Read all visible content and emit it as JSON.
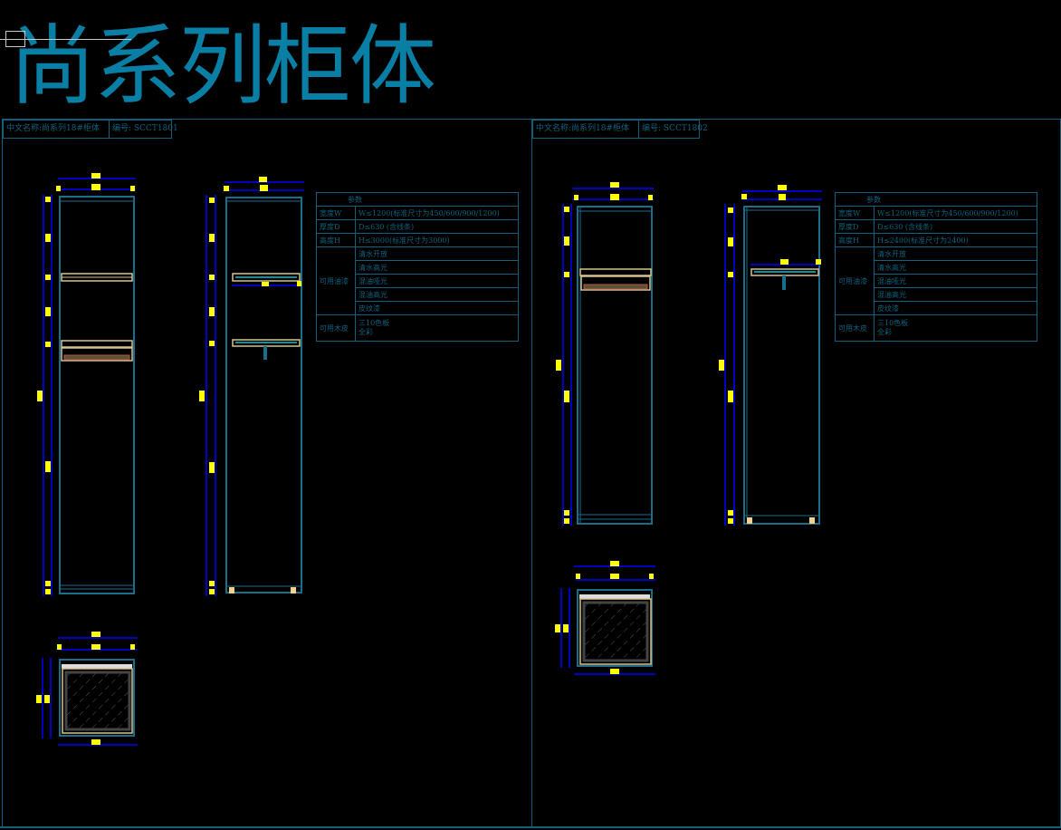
{
  "title": "尚系列柜体",
  "sheets": [
    {
      "name_label": "中文名称:尚系列18#柜体",
      "code_label": "编号: SCCT1801",
      "spec": {
        "header": "参数",
        "rows": [
          {
            "label": "宽度W",
            "value": "W≤1200(标准尺寸为450/600/900/1200)"
          },
          {
            "label": "厚度D",
            "value": "D≤630 (含线条)"
          },
          {
            "label": "高度H",
            "value": "H≤3000(标准尺寸为3000)"
          }
        ],
        "paint_label": "可用油漆",
        "paints": [
          "清水开放",
          "清水高光",
          "混油哑光",
          "混油高光",
          "皮纹漆"
        ],
        "wood_label": "可用木皮",
        "woods": [
          "三10色板",
          "全彩"
        ]
      },
      "views": [
        "front-elevation",
        "side-elevation",
        "plan-view"
      ]
    },
    {
      "name_label": "中文名称:尚系列18#柜体",
      "code_label": "编号: SCCT1802",
      "spec": {
        "header": "参数",
        "rows": [
          {
            "label": "宽度W",
            "value": "W≤1200(标准尺寸为450/600/900/1200)"
          },
          {
            "label": "厚度D",
            "value": "D≤630 (含线条)"
          },
          {
            "label": "高度H",
            "value": "H≤2400(标准尺寸为2400)"
          }
        ],
        "paint_label": "可用油漆",
        "paints": [
          "清水开放",
          "清水高光",
          "混油哑光",
          "混油高光",
          "皮纹漆"
        ],
        "wood_label": "可用木皮",
        "woods": [
          "三10色板",
          "全彩"
        ]
      },
      "views": [
        "front-elevation",
        "side-elevation",
        "plan-view"
      ]
    }
  ],
  "colors": {
    "title": "#0a7fa6",
    "frame": "#13607c",
    "cabinet": "#1a6e8c",
    "dimension": "#0000ff",
    "dim_text": "#ffff00",
    "drawer": "#d9c48a",
    "drawer_base": "#c0504d",
    "glass": "#00c8e0"
  }
}
